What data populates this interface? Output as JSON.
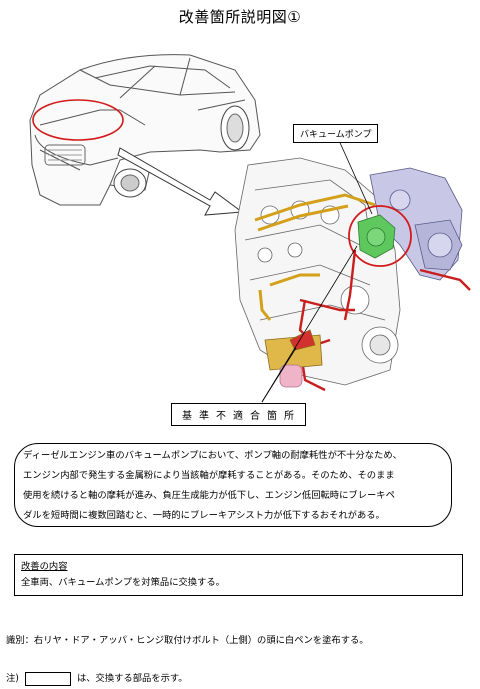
{
  "title": "改善箇所説明図①",
  "callouts": {
    "pump": "バキュームポンプ",
    "defect": "基準不適合箇所"
  },
  "description": {
    "lines": [
      "ディーゼルエンジン車のバキュームポンプにおいて、ポンプ軸の耐摩耗性が不十分なため、",
      "エンジン内部で発生する金属粉により当該軸が摩耗することがある。そのため、そのまま",
      "使用を続けると軸の摩耗が進み、負圧生成能力が低下し、エンジン低回転時にブレーキペ",
      "ダルを短時間に複数回踏むと、一時的にブレーキアシスト力が低下するおそれがある。"
    ]
  },
  "remedy": {
    "heading": "改善の内容",
    "text": "全車両、バキュームポンプを対策品に交換する。"
  },
  "identification": "識別：右リヤ・ドア・アッパ・ヒンジ取付けボルト（上側）の頭に白ペンを塗布する。",
  "note": {
    "prefix": "注)",
    "suffix": "は、交換する部品を示す。"
  }
}
